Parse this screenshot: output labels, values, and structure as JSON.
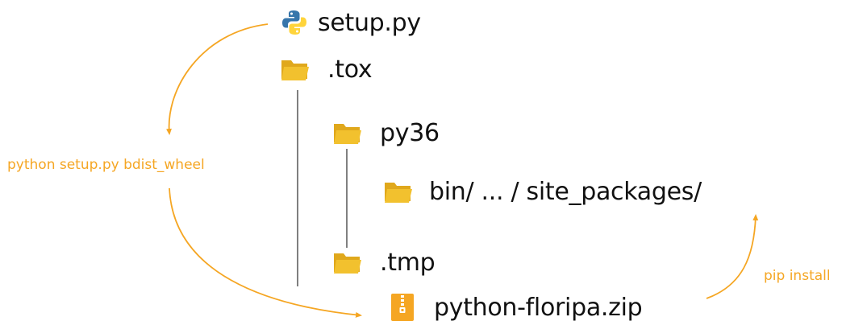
{
  "colors": {
    "accent": "#F5A623",
    "folder": "#F2C12E",
    "folder_dark": "#E0A81C",
    "connector": "#555555",
    "python_blue": "#3776AB",
    "python_yellow": "#FFD43B",
    "zip_orange": "#F5A623"
  },
  "nodes": {
    "setup_py": {
      "label": "setup.py",
      "icon": "python-logo-icon"
    },
    "tox": {
      "label": ".tox",
      "icon": "folder-icon"
    },
    "py36": {
      "label": "py36",
      "icon": "folder-icon"
    },
    "site_packages": {
      "label": "bin/ ... / site_packages/",
      "icon": "folder-icon"
    },
    "tmp": {
      "label": ".tmp",
      "icon": "folder-icon"
    },
    "zip": {
      "label": "python-floripa.zip",
      "icon": "zip-file-icon"
    }
  },
  "annotations": {
    "build": "python setup.py bdist_wheel",
    "install": "pip install"
  }
}
